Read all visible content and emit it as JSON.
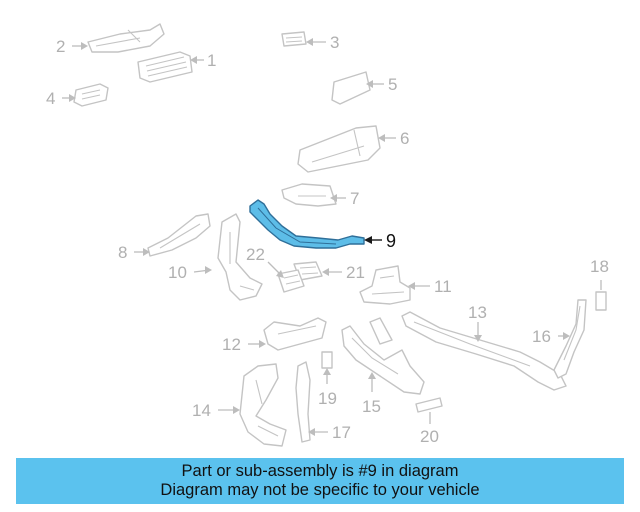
{
  "diagram": {
    "callouts": [
      "1",
      "2",
      "3",
      "4",
      "5",
      "6",
      "7",
      "8",
      "9",
      "10",
      "11",
      "12",
      "13",
      "14",
      "15",
      "16",
      "17",
      "18",
      "19",
      "20",
      "21",
      "22"
    ],
    "highlighted_part": "9",
    "highlight_color": "#5bc2ee",
    "line_color": "#c4c4c4"
  },
  "banner": {
    "line1": "Part or sub-assembly is #9 in diagram",
    "line2": "Diagram may not be specific to your vehicle",
    "background": "#5bc2ee"
  }
}
